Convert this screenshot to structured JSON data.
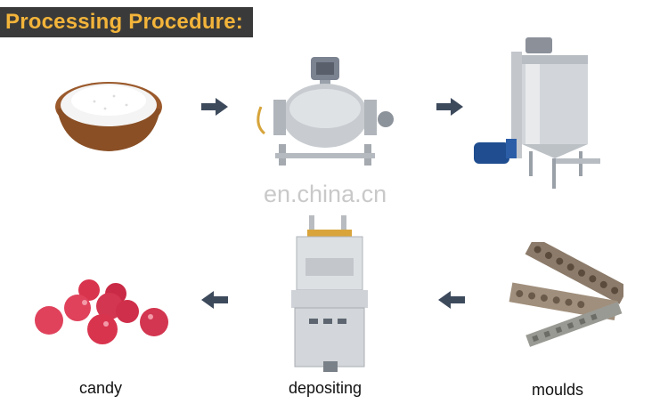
{
  "title": "Processing Procedure:",
  "watermark": "en.china.cn",
  "steps": [
    {
      "name": "sugar",
      "caption": ""
    },
    {
      "name": "cooking-kettle",
      "caption": ""
    },
    {
      "name": "mixing-tank",
      "caption": ""
    },
    {
      "name": "moulds",
      "caption": "moulds"
    },
    {
      "name": "depositing",
      "caption": "depositing"
    },
    {
      "name": "candy",
      "caption": "candy"
    }
  ],
  "arrows": [
    "arrow-right",
    "arrow-right",
    "arrow-left",
    "arrow-left"
  ],
  "colors": {
    "title_bg": "#3a3a3a",
    "title_text": "#f3b43a",
    "arrow": "#3d4a5c",
    "candy": "#d9344e",
    "steel": "#c8ccd0"
  }
}
